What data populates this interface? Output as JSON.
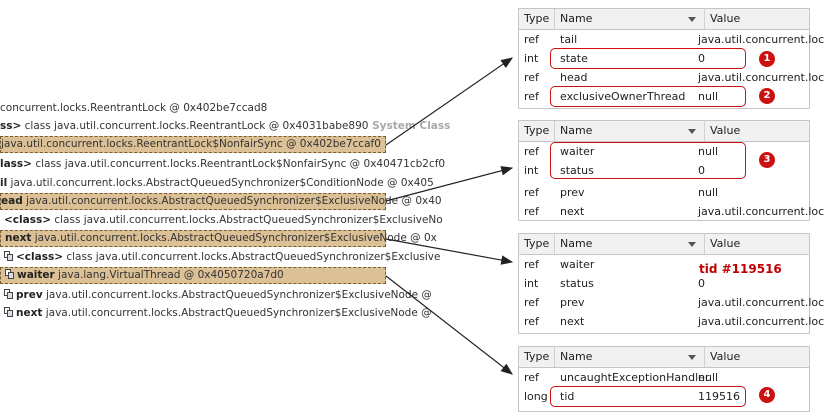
{
  "tree": {
    "rows": [
      {
        "key": "",
        "text": "concurrent.locks.ReentrantLock @ 0x402be7ccad8",
        "sys": ""
      },
      {
        "key": "ss>",
        "text": " class java.util.concurrent.locks.ReentrantLock @ 0x4031babe890",
        "sys": " System Class"
      },
      {
        "key": "",
        "text": "java.util.concurrent.locks.ReentrantLock$NonfairSync @ 0x402be7ccaf0",
        "sys": ""
      },
      {
        "key": "lass>",
        "text": " class java.util.concurrent.locks.ReentrantLock$NonfairSync @ 0x40471cb2cf0",
        "sys": ""
      },
      {
        "key": "il",
        "text": " java.util.concurrent.locks.AbstractQueuedSynchronizer$ConditionNode @ 0x405",
        "sys": ""
      },
      {
        "key": "ead",
        "text": " java.util.concurrent.locks.AbstractQueuedSynchronizer$ExclusiveNode @ 0x40",
        "sys": ""
      },
      {
        "key": "<class>",
        "text": " class java.util.concurrent.locks.AbstractQueuedSynchronizer$ExclusiveNo",
        "sys": ""
      },
      {
        "key": "next",
        "text": " java.util.concurrent.locks.AbstractQueuedSynchronizer$ExclusiveNode @ 0x",
        "sys": ""
      },
      {
        "key": "<class>",
        "text": " class java.util.concurrent.locks.AbstractQueuedSynchronizer$Exclusive",
        "sys": ""
      },
      {
        "key": "waiter",
        "text": " java.lang.VirtualThread @ 0x4050720a7d0",
        "sys": ""
      },
      {
        "key": "prev",
        "text": " java.util.concurrent.locks.AbstractQueuedSynchronizer$ExclusiveNode @",
        "sys": ""
      },
      {
        "key": "next",
        "text": " java.util.concurrent.locks.AbstractQueuedSynchronizer$ExclusiveNode @",
        "sys": ""
      }
    ]
  },
  "columns": {
    "type": "Type",
    "name": "Name",
    "value": "Value"
  },
  "tables": [
    {
      "rows": [
        {
          "type": "ref",
          "name": "tail",
          "value": "java.util.concurrent.loc"
        },
        {
          "type": "int",
          "name": "state",
          "value": "0"
        },
        {
          "type": "ref",
          "name": "head",
          "value": "java.util.concurrent.loc"
        },
        {
          "type": "ref",
          "name": "exclusiveOwnerThread",
          "value": "null"
        }
      ],
      "badges": [
        "1",
        "2"
      ]
    },
    {
      "rows": [
        {
          "type": "ref",
          "name": "waiter",
          "value": "null"
        },
        {
          "type": "int",
          "name": "status",
          "value": "0"
        },
        {
          "type": "ref",
          "name": "prev",
          "value": "null"
        },
        {
          "type": "ref",
          "name": "next",
          "value": "java.util.concurrent.loc"
        }
      ],
      "badges": [
        "3"
      ]
    },
    {
      "rows": [
        {
          "type": "ref",
          "name": "waiter",
          "value": ""
        },
        {
          "type": "int",
          "name": "status",
          "value": "0"
        },
        {
          "type": "ref",
          "name": "prev",
          "value": "java.util.concurrent.loc"
        },
        {
          "type": "ref",
          "name": "next",
          "value": "java.util.concurrent.loc"
        }
      ],
      "annotation": "tid #119516"
    },
    {
      "rows": [
        {
          "type": "ref",
          "name": "uncaughtExceptionHandler",
          "value": "null"
        },
        {
          "type": "long",
          "name": "tid",
          "value": "119516"
        }
      ],
      "badges": [
        "4"
      ]
    }
  ],
  "colors": {
    "highlight": "#dcc096",
    "accent_red": "#cc1111",
    "header_bg": "#f1f1f1"
  }
}
